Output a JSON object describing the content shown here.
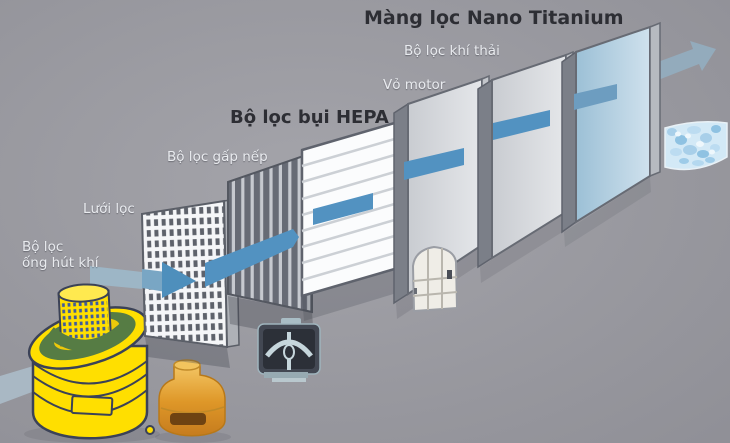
{
  "diagram": {
    "title": "Màng lọc Nano Titanium",
    "labels": {
      "exhaust_filter": "Bộ lọc khí thải",
      "motor_housing": "Vỏ motor",
      "hepa_filter": "Bộ lọc bụi HEPA",
      "pleated_filter": "Bộ lọc gấp nếp",
      "mesh_filter": "Lưới lọc",
      "intake_filter_line1": "Bộ lọc",
      "intake_filter_line2": "ống hút khí"
    },
    "colors": {
      "background": "#97979d",
      "airflow_blue": "#5292c1",
      "airflow_pale": "#a9b8c4",
      "panel_gray": "#d6d8dc",
      "panel_edge": "#676b74",
      "nano_panel_blue": "#b7d2e2",
      "intake_yellow": "#ffdf00",
      "intake_green": "#567c44",
      "accent_orange": "#e8a83c",
      "swatch_blue": "#d3e9f6",
      "label_light": "#e9ebef",
      "label_dark": "#2d2e34"
    }
  }
}
